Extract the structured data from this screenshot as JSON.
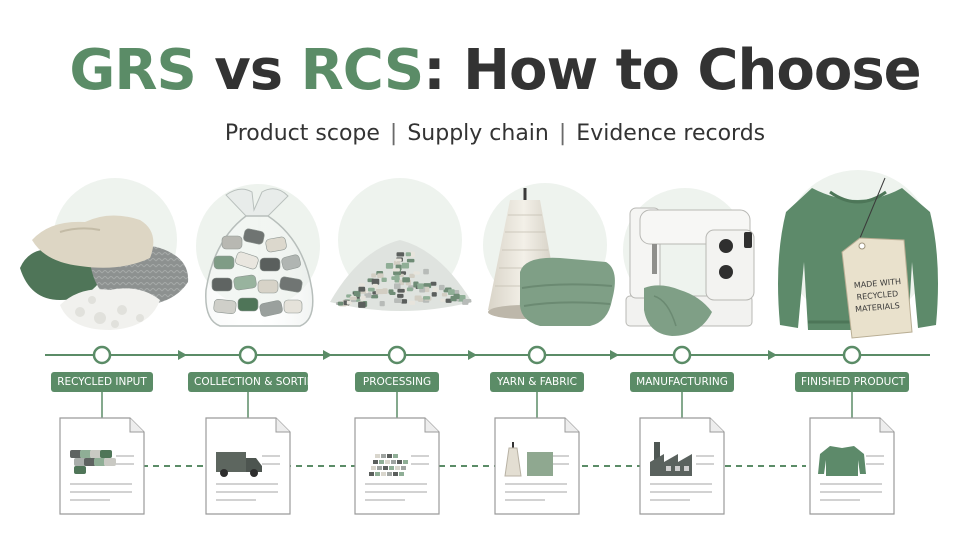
{
  "title": {
    "part1": "GRS",
    "part2": "vs",
    "part3": "RCS",
    "part4": ": How to Choose"
  },
  "subtitle": {
    "items": [
      "Product scope",
      "Supply chain",
      "Evidence records"
    ],
    "separator": "|"
  },
  "colors": {
    "accent_green": "#5b8c67",
    "dark_text": "#333333",
    "halo": "#eef3ee"
  },
  "stages": [
    {
      "label": "RECYCLED INPUT",
      "icon": "textile-pile-icon",
      "doc_icon": "fiber-bales-icon"
    },
    {
      "label": "COLLECTION & SORTING",
      "icon": "sorted-bag-icon",
      "doc_icon": "delivery-truck-icon"
    },
    {
      "label": "PROCESSING",
      "icon": "flake-pile-icon",
      "doc_icon": "flake-pile-icon"
    },
    {
      "label": "YARN & FABRIC",
      "icon": "yarn-cone-fabric-icon",
      "doc_icon": "yarn-cone-fabric-icon"
    },
    {
      "label": "MANUFACTURING",
      "icon": "sewing-machine-icon",
      "doc_icon": "factory-icon"
    },
    {
      "label": "FINISHED PRODUCT",
      "icon": "sweater-icon",
      "doc_icon": "sweater-icon"
    }
  ],
  "hang_tag": {
    "line1": "MADE WITH",
    "line2": "RECYCLED",
    "line3": "MATERIALS"
  }
}
